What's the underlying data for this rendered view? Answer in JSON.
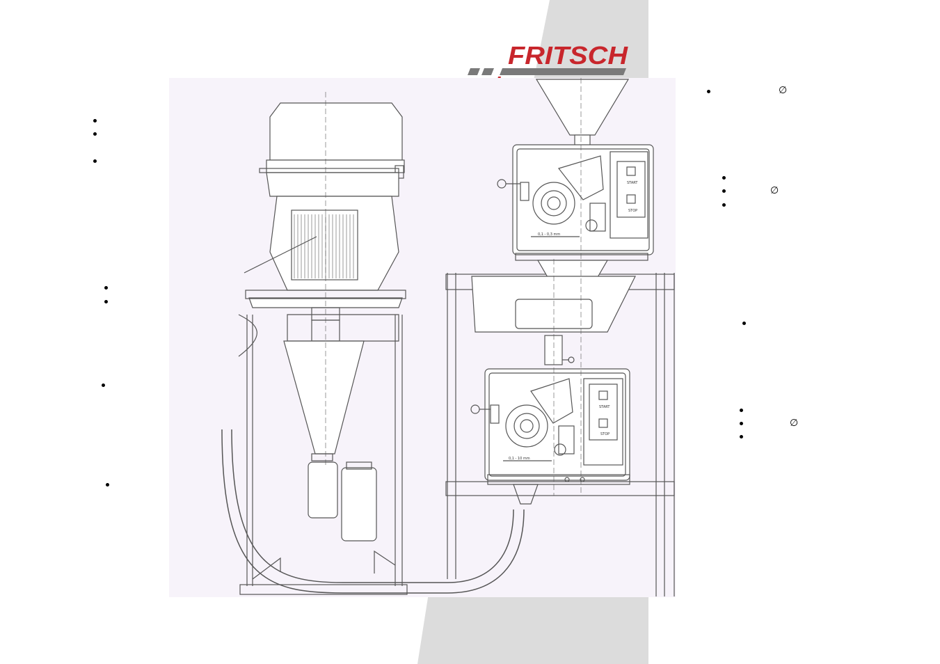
{
  "logo": {
    "text": "FRITSCH",
    "brand_color": "#c8262c",
    "stripe_color": "#7a7a7a"
  },
  "background": {
    "band_color": "#dcdcdc",
    "drawing_bg": "#f7f3fa"
  },
  "mill_upper": {
    "start_label": "START",
    "stop_label": "STOP",
    "gap_label": "0,1 - 0,3 mm"
  },
  "mill_lower": {
    "start_label": "START",
    "stop_label": "STOP",
    "gap_label": "0,1 - 10 mm"
  },
  "symbols": {
    "diameter": "∅"
  }
}
